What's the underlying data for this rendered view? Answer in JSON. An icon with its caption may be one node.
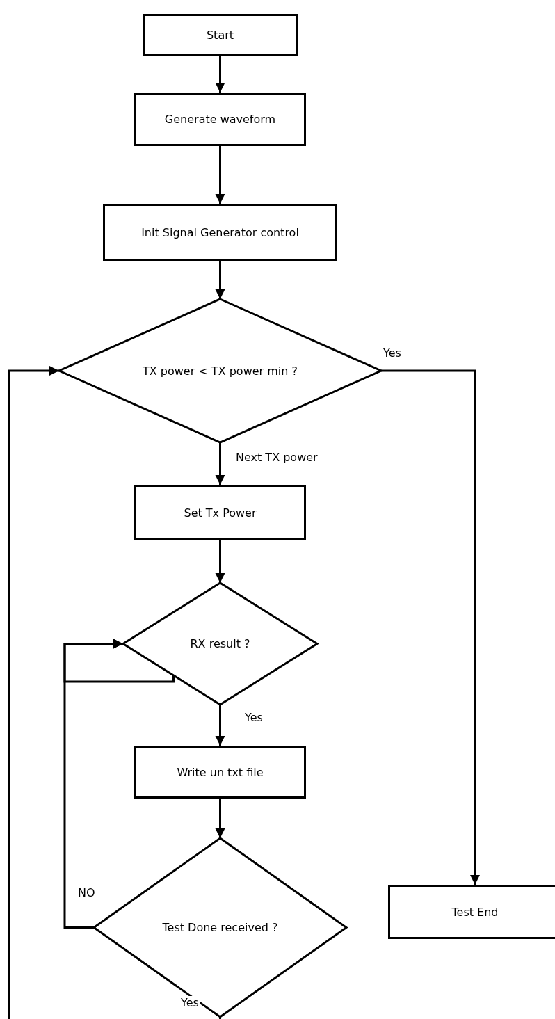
{
  "diagram": {
    "nodes": [
      {
        "text": [
          "Start"
        ]
      },
      {
        "text": [
          "Generate waveform"
        ]
      },
      {
        "text": [
          "Init Signal Generator control"
        ]
      },
      {
        "text": [
          "TX power < TX power min ?"
        ]
      },
      {
        "text": [
          "Set Tx Power"
        ]
      },
      {
        "text": [
          "RX result ?"
        ]
      },
      {
        "text": [
          "Write un txt file"
        ]
      },
      {
        "text": [
          "Test Done received ?"
        ]
      },
      {
        "text": [
          "Test End"
        ]
      }
    ],
    "edges": [
      {
        "from": 0,
        "to": 1,
        "arrow": "to"
      },
      {
        "from": 1,
        "to": 2,
        "arrow": "to"
      },
      {
        "from": 2,
        "to": 3,
        "arrow": "to"
      },
      {
        "from": 3,
        "to": 4,
        "arrow": "to",
        "label": "Next TX power"
      },
      {
        "from": 3,
        "to": 8,
        "arrow": "to",
        "label": "Yes"
      },
      {
        "from": 4,
        "to": 5,
        "arrow": "to"
      },
      {
        "from": 5,
        "to": 6,
        "arrow": "to",
        "label": "Yes"
      },
      {
        "from": 6,
        "to": 7,
        "arrow": "to"
      },
      {
        "from": 7,
        "to": 5,
        "arrow": "to",
        "label": "NO"
      },
      {
        "from": 5,
        "to": 5,
        "arrow": "to"
      },
      {
        "from": 7,
        "to": 3,
        "arrow": "to",
        "label": "Yes"
      }
    ]
  }
}
